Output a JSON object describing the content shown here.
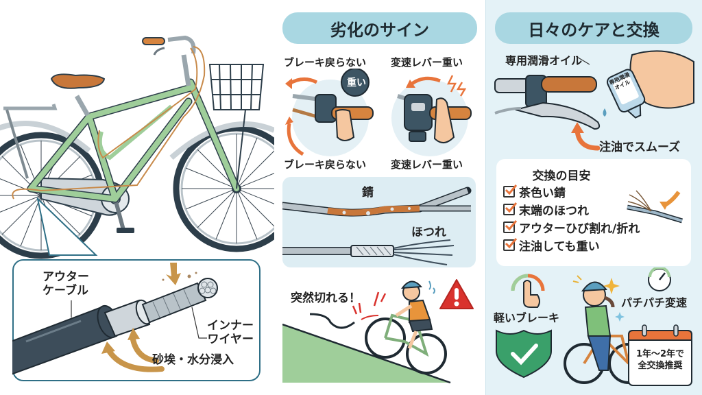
{
  "left": {
    "callout": {
      "outer_cable_label": [
        "アウター",
        "ケーブル"
      ],
      "inner_wire_label": [
        "インナー",
        "ワイヤー"
      ],
      "ingress_label": "砂埃・水分浸入"
    }
  },
  "middle": {
    "title": "劣化のサイン",
    "signs": {
      "top_left": "ブレーキ戻らない",
      "top_right": "変速レバー重い",
      "bottom_left": "ブレーキ戻らない",
      "bottom_right": "変速レバー重い",
      "heavy_bubble": "重い"
    },
    "cable_damage": {
      "rust_label": "錆",
      "fray_label": "ほつれ"
    },
    "snap": {
      "label": "突然切れる！"
    }
  },
  "right": {
    "title": "日々のケアと交換",
    "oil": {
      "label": "専用潤滑オイル",
      "bottle_text": [
        "専用潤滑",
        "オイル"
      ],
      "smooth_label": "注油でスムーズ"
    },
    "guide": {
      "title": "交換の目安",
      "items": [
        "茶色い錆",
        "末端のほつれ",
        "アウターひび割れ/折れ",
        "注油しても重い"
      ]
    },
    "benefits": {
      "light_brake": "軽いブレーキ",
      "crisp_shift": "パチパチ変速",
      "calendar": [
        "1年～2年で",
        "全交換推奨"
      ]
    }
  },
  "colors": {
    "accent_orange": "#e8743b",
    "pill_blue": "#a9d7e2",
    "panel_blue": "#e4f2f7",
    "frame_green": "#9fce9a",
    "cable_brown": "#c88a4a",
    "callout_border": "#2f6f86",
    "warning_red": "#d9322d",
    "shield_green": "#3aa06a"
  }
}
